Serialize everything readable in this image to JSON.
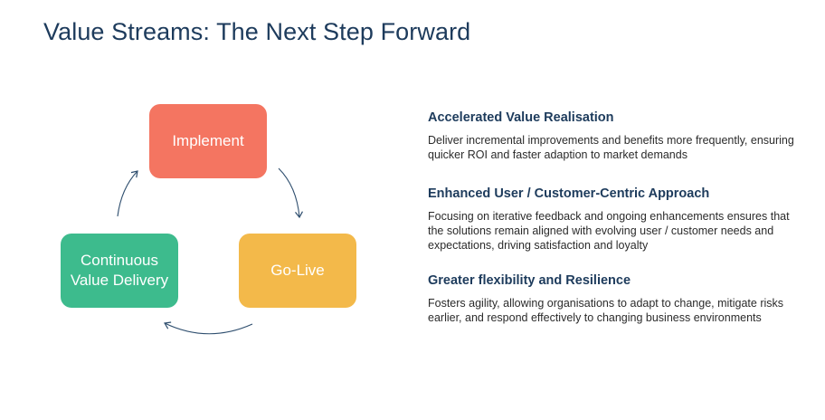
{
  "title": "Value Streams: The Next Step Forward",
  "cycle": {
    "implement": "Implement",
    "golive": "Go-Live",
    "cvd": "Continuous Value Delivery",
    "colors": {
      "implement": "#f47561",
      "golive": "#f3b94a",
      "cvd": "#3dbb8d",
      "arrow": "#2e4e6e"
    }
  },
  "benefits": [
    {
      "heading": "Accelerated Value Realisation",
      "body": "Deliver incremental improvements and benefits more frequently, ensuring quicker ROI and faster adaption to market demands"
    },
    {
      "heading": "Enhanced User / Customer-Centric Approach",
      "body": "Focusing on iterative feedback and ongoing enhancements ensures that the solutions remain aligned with evolving user / customer needs and expectations, driving satisfaction and loyalty"
    },
    {
      "heading": "Greater flexibility and Resilience",
      "body": "Fosters agility, allowing organisations to adapt to change, mitigate risks earlier, and respond effectively to changing business environments"
    }
  ]
}
